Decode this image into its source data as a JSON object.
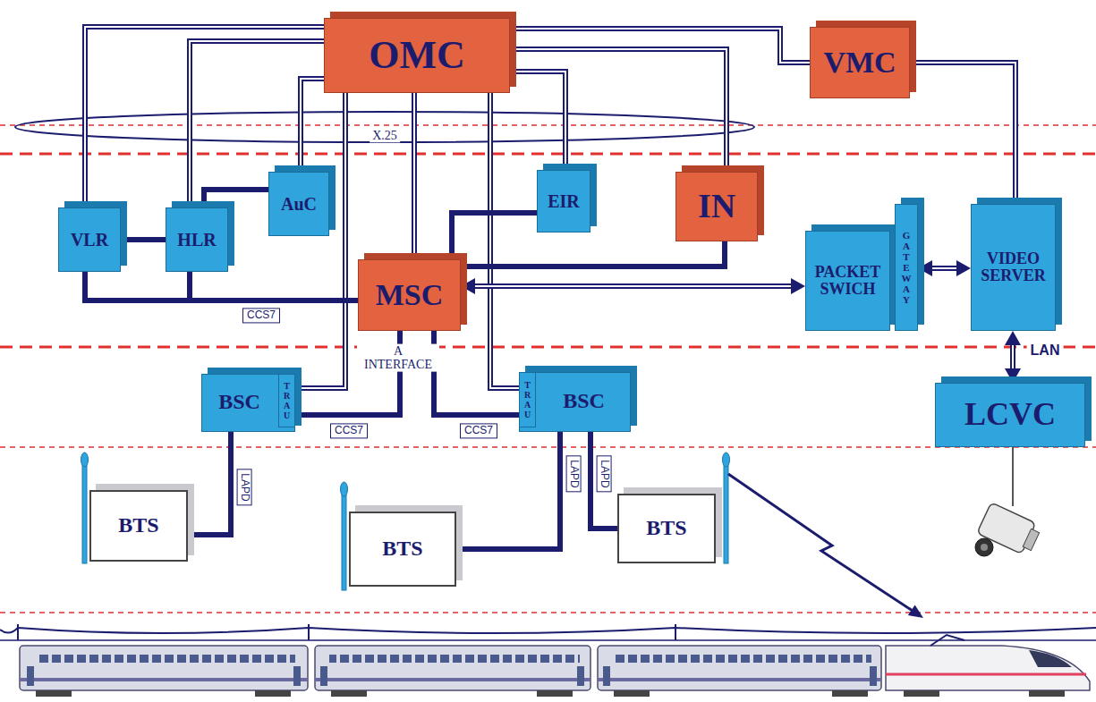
{
  "diagram": {
    "nodes": [
      {
        "text": [
          "OMC"
        ]
      },
      {
        "text": [
          "VMC"
        ]
      },
      {
        "text": [
          "AuC"
        ]
      },
      {
        "text": [
          "EIR"
        ]
      },
      {
        "text": [
          "IN"
        ]
      },
      {
        "text": [
          "VLR"
        ]
      },
      {
        "text": [
          "HLR"
        ]
      },
      {
        "text": [
          "MSC"
        ]
      },
      {
        "text": [
          "PACKET SWICH"
        ]
      },
      {
        "text": [
          "GATEWAY"
        ]
      },
      {
        "text": [
          "VIDEO SERVER"
        ]
      },
      {
        "text": [
          "LCVC"
        ]
      },
      {
        "text": [
          "BSC"
        ]
      },
      {
        "text": [
          "TRAU"
        ],
        "in": 12
      },
      {
        "text": [
          "BSC"
        ]
      },
      {
        "text": [
          "TRAU"
        ],
        "in": 14
      },
      {
        "text": [
          "BTS"
        ]
      },
      {
        "text": [
          "BTS"
        ]
      },
      {
        "text": [
          "BTS"
        ]
      }
    ],
    "edges": [
      {
        "from": 0,
        "to": 5,
        "arrow": "none"
      },
      {
        "from": 0,
        "to": 6,
        "arrow": "none"
      },
      {
        "from": 0,
        "to": 2,
        "arrow": "none"
      },
      {
        "from": 0,
        "to": 7,
        "arrow": "none"
      },
      {
        "from": 0,
        "to": 3,
        "arrow": "none"
      },
      {
        "from": 0,
        "to": 4,
        "arrow": "none"
      },
      {
        "from": 0,
        "to": 1,
        "arrow": "none"
      },
      {
        "from": 0,
        "to": 13,
        "arrow": "none"
      },
      {
        "from": 0,
        "to": 15,
        "arrow": "none"
      },
      {
        "from": 1,
        "to": 10,
        "arrow": "none"
      },
      {
        "from": 5,
        "to": 6,
        "arrow": "none"
      },
      {
        "from": 6,
        "to": 2,
        "arrow": "none"
      },
      {
        "from": 5,
        "to": 7,
        "arrow": "none",
        "label": "CCS7"
      },
      {
        "from": 6,
        "to": 7,
        "arrow": "none"
      },
      {
        "from": 3,
        "to": 7,
        "arrow": "none"
      },
      {
        "from": 4,
        "to": 7,
        "arrow": "none"
      },
      {
        "from": 7,
        "to": 8,
        "arrow": "both"
      },
      {
        "from": 9,
        "to": 10,
        "arrow": "both"
      },
      {
        "from": 10,
        "to": 11,
        "arrow": "both",
        "label": "LAN"
      },
      {
        "from": 7,
        "to": 12,
        "arrow": "none",
        "label": "CCS7"
      },
      {
        "from": 7,
        "to": 14,
        "arrow": "none",
        "label": "CCS7"
      },
      {
        "from": 12,
        "to": 16,
        "arrow": "none",
        "label": "LAPD"
      },
      {
        "from": 14,
        "to": 17,
        "arrow": "none",
        "label": "LAPD"
      },
      {
        "from": 14,
        "to": 18,
        "arrow": "none",
        "label": "LAPD"
      }
    ],
    "labels": [
      "X.25",
      "A INTERFACE"
    ]
  }
}
